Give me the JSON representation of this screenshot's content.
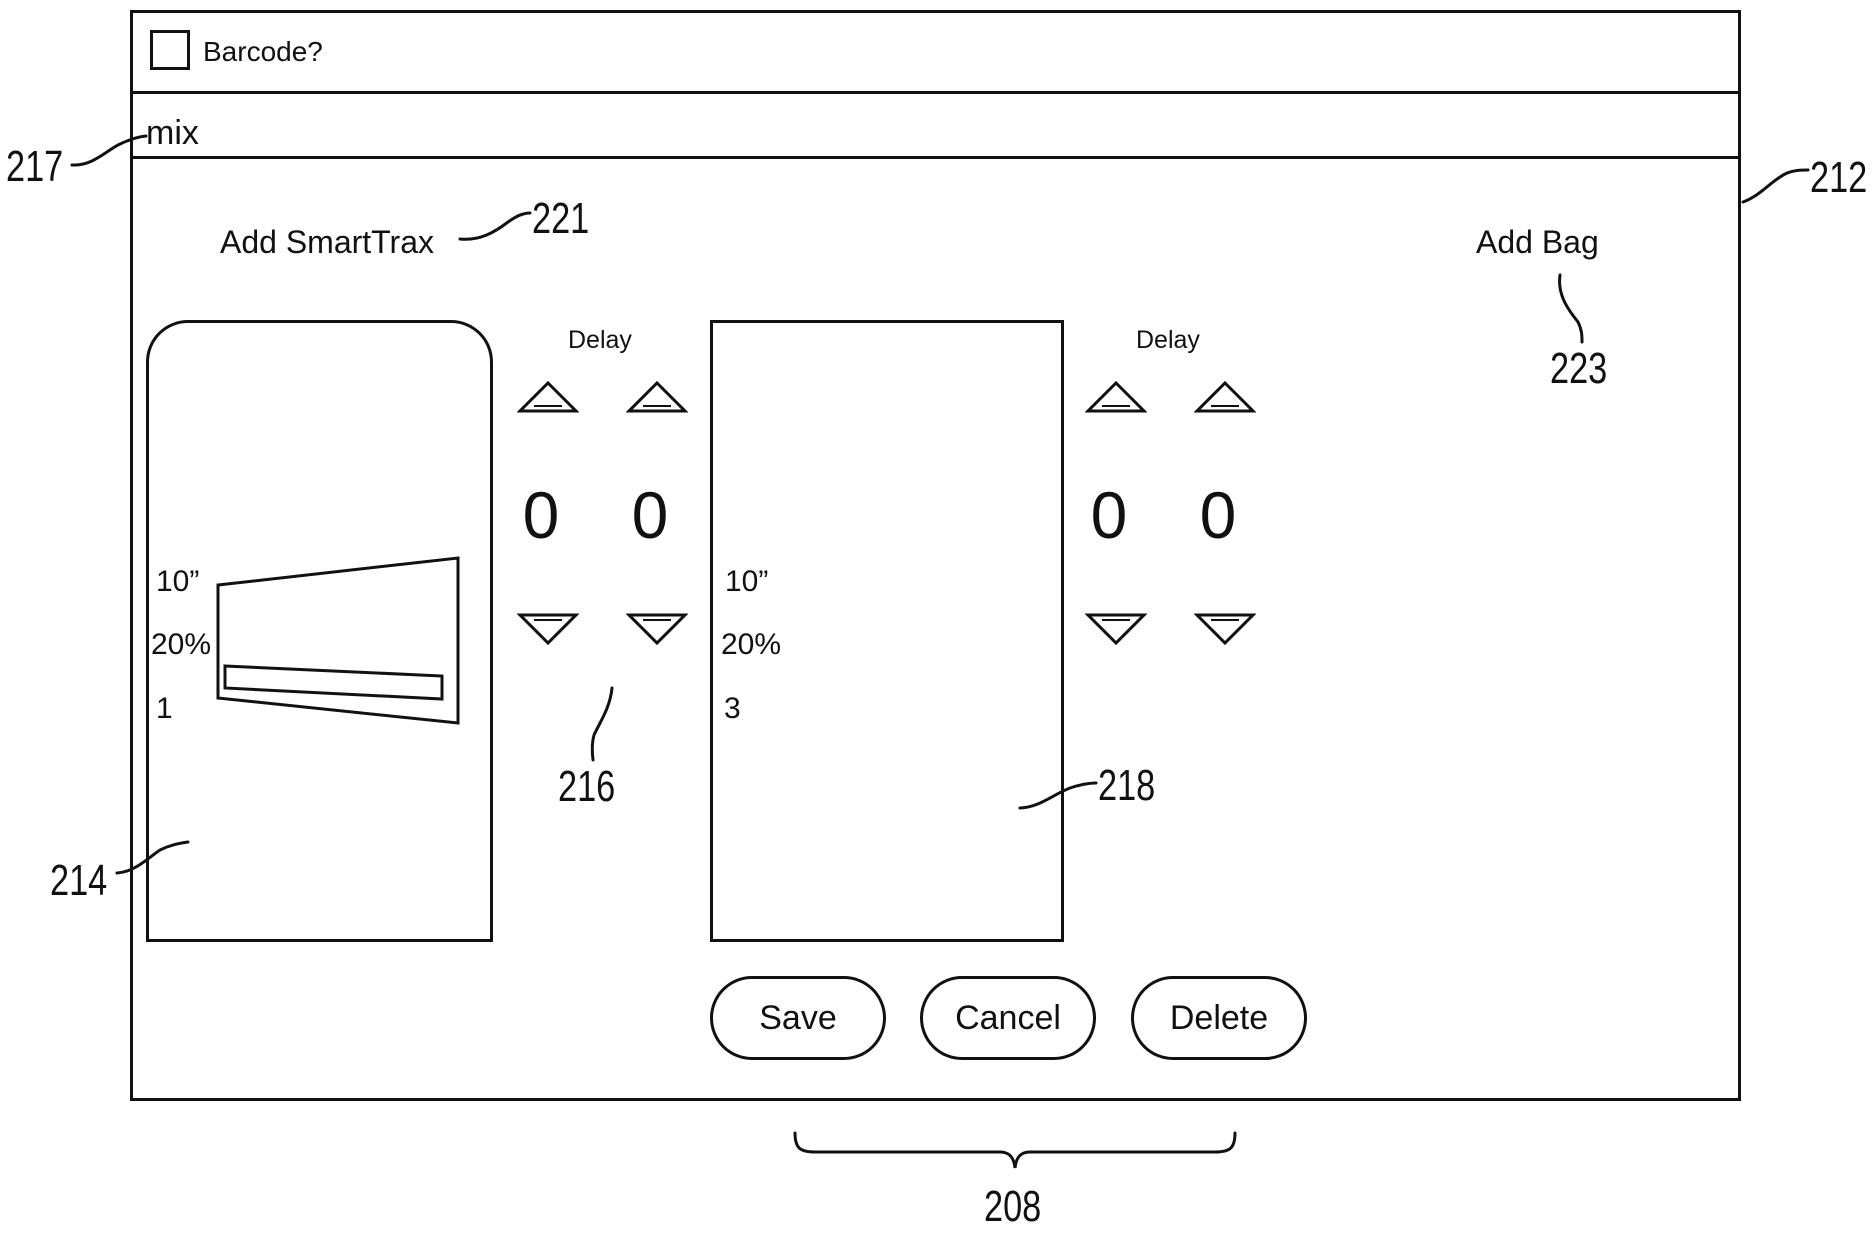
{
  "header": {
    "checkbox_label": "Barcode?",
    "checkbox_checked": false
  },
  "mix_bar": {
    "text": "mix"
  },
  "actions": {
    "add_smarttrax": "Add SmartTrax",
    "add_bag": "Add Bag"
  },
  "tracks": [
    {
      "delay_label": "Delay",
      "delay_values": [
        "0",
        "0"
      ],
      "specs": {
        "length": "10”",
        "percent": "20%",
        "count": "1"
      }
    },
    {
      "delay_label": "Delay",
      "delay_values": [
        "0",
        "0"
      ],
      "specs": {
        "length": "10”",
        "percent": "20%",
        "count": "3"
      }
    }
  ],
  "buttons": {
    "save": "Save",
    "cancel": "Cancel",
    "delete": "Delete"
  },
  "reference_numerals": {
    "r217": "217",
    "r212": "212",
    "r221": "221",
    "r223": "223",
    "r214": "214",
    "r216": "216",
    "r218": "218",
    "r208": "208"
  },
  "icons": [
    "checkbox-icon",
    "up-arrow-icon",
    "down-arrow-icon",
    "bag-icon"
  ]
}
